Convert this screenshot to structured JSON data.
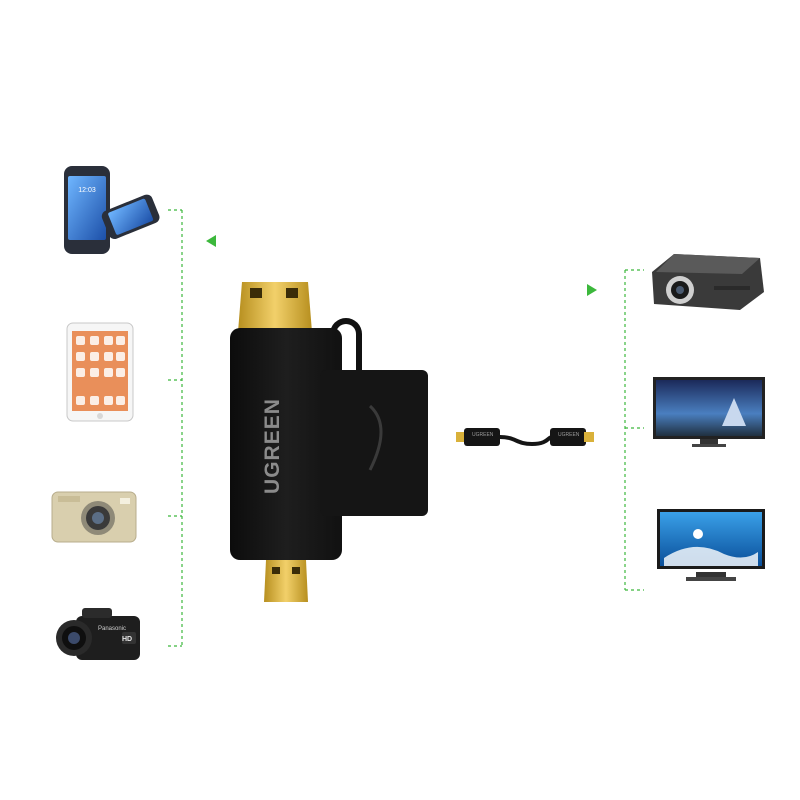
{
  "product": {
    "brand_text": "UGREEN"
  },
  "cable": {
    "brand_text": "UGREEN"
  },
  "camcorder": {
    "brand_text": "Panasonic",
    "badge_text": "HD"
  },
  "colors": {
    "accent_green": "#3cb83c",
    "adapter_black": "#161616",
    "gold_pin": "#d9b13a"
  },
  "icons": {
    "left_arrow": "triangle-left",
    "right_arrow": "triangle-right"
  }
}
